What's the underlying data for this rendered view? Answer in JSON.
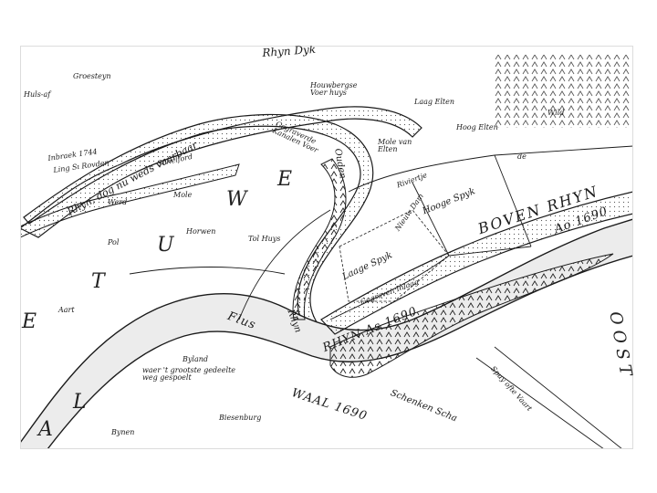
{
  "map": {
    "labels": {
      "rhyn_dyk": "Rhyn Dyk",
      "groesteyn": "Groesteyn",
      "huls_af": "Huls-af",
      "inbraek": "Inbraek 1744",
      "ling_rovden": "Ling Sı Rovden",
      "rhyn_nu_wegh_vaarbaar": "Rhyn, dog nu weds vaarbaar",
      "schelford": "Schelford",
      "werd": "Werd",
      "mole": "Mole",
      "horwen": "Horwen",
      "pol": "Pol",
      "aart": "Aart",
      "tol_huys": "Tol Huys",
      "houwbergse_voer_huys": "Houwbergse Voer huys",
      "gegraven_voer": "Gegraverde Kanalen Voer",
      "ouden": "Ouden",
      "mole_van_elten": "Mole van Elten",
      "laag_elten": "Laag Elten",
      "hoog_elten": "Hoog Elten",
      "wild": "Wild",
      "de": "de",
      "riviertje": "Riviertje",
      "hooge_spyk": "Hooge Spyk",
      "laage_spyk": "Laage Spyk",
      "nieuw_dam": "Nieuw Dam",
      "gegraven_inlaag": "Gegraven Inlaag",
      "boven_rhyn": "BOVEN RHYN",
      "rhyn_1690": "Ao 1690",
      "rhyn_as_1690": "RHYN As 1690",
      "rhyn": "Rhyn",
      "flus": "Flus",
      "byland": "Byland",
      "byland_note": "waer 't grootste gedeelte weg gespoelt",
      "biesenburg": "Biesenburg",
      "bynen": "Bynen",
      "waal_1690": "WAAL 1690",
      "schenken_scha": "Schenken Scha",
      "spuy_ofte_vaart": "Spuy ofte Vaart",
      "region_e": "E",
      "region_w": "W",
      "region_u": "U",
      "region_l": "L",
      "region_a": "A",
      "region_e2": "E",
      "region_t": "T",
      "oost": "O O S T"
    }
  },
  "colors": {
    "ink": "#1b1b1b",
    "paper": "#ffffff",
    "water": "#e9e9e9"
  }
}
